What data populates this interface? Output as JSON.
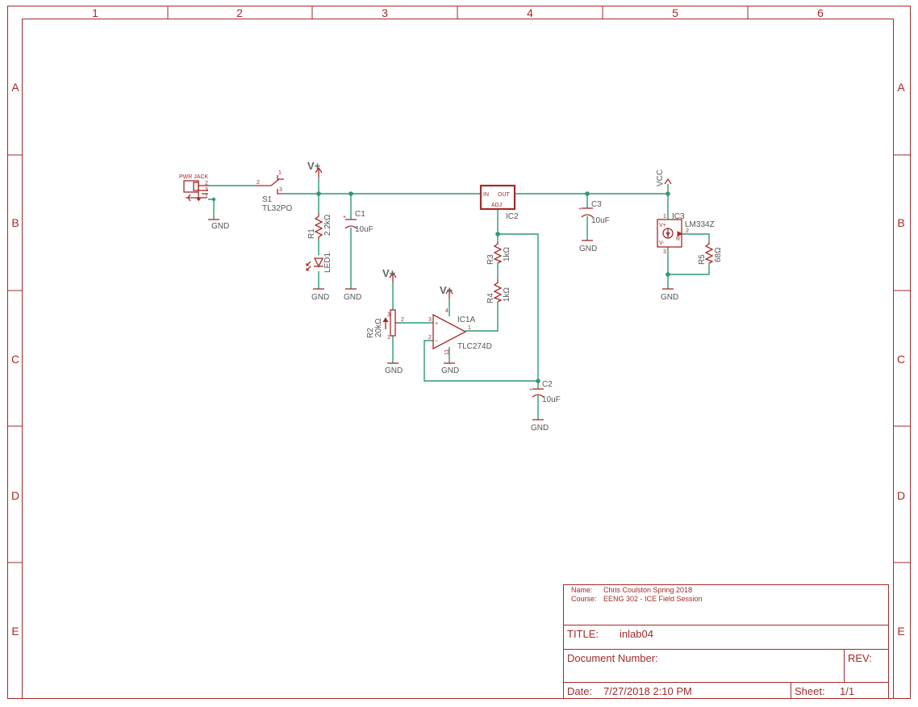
{
  "frame": {
    "columns": [
      "1",
      "2",
      "3",
      "4",
      "5",
      "6"
    ],
    "rows": [
      "A",
      "B",
      "C",
      "D",
      "E"
    ]
  },
  "parts": {
    "pwr_jack": "PWR JACK",
    "s1_name": "S1",
    "s1_value": "TL32PO",
    "r1_name": "R1",
    "r1_value": "2.2kΩ",
    "led1_name": "LED1",
    "c1_name": "C1",
    "c1_value": "10uF",
    "ic2_name": "IC2",
    "ic2_in": "IN",
    "ic2_out": "OUT",
    "ic2_adj": "ADJ",
    "c3_name": "C3",
    "c3_value": "10uF",
    "ic3_name": "IC3",
    "ic3_value": "LM334Z",
    "r5_name": "R5",
    "r5_value": "68Ω",
    "r3_name": "R3",
    "r3_value": "1kΩ",
    "r4_name": "R4",
    "r4_value": "1kΩ",
    "r2_name": "R2",
    "r2_value": "20kΩ",
    "ic1_name": "IC1A",
    "ic1_value": "TLC274D",
    "c2_name": "C2",
    "c2_value": "10uF"
  },
  "power": {
    "vplus": "V+",
    "vcc": "VCC",
    "gnd": "GND"
  },
  "pins": {
    "s1_p1": "1",
    "s1_p2": "2",
    "s1_p3": "3",
    "jack_p1": "1",
    "jack_p2": "2",
    "jack_p3": "3",
    "ic3_p1": "1",
    "ic3_p2": "2",
    "ic3_p3": "3",
    "ic3_vplus": "V+",
    "ic3_r": "R",
    "ic3_vminus": "V-",
    "r2_p1": "1",
    "r2_p2": "2",
    "r2_p3": "3",
    "op_p1": "1",
    "op_p2": "2",
    "op_p3": "3",
    "op_p4": "4",
    "op_p11": "11",
    "op_plus": "+",
    "op_minus": "−"
  },
  "title_block": {
    "name_label": "Name:",
    "name_value": "Chris Coulston Spring 2018",
    "course_label": "Course:",
    "course_value": "EENG 302 - ICE Field Session",
    "title_label": "TITLE:",
    "title_value": "inlab04",
    "docnum_label": "Document Number:",
    "rev_label": "REV:",
    "date_label": "Date:",
    "date_value": "7/27/2018 2:10 PM",
    "sheet_label": "Sheet:",
    "sheet_value": "1/1"
  },
  "colors": {
    "frame": "#a52a2a",
    "wire": "#2e9a74",
    "label": "#555555",
    "power_label": "#666666"
  }
}
